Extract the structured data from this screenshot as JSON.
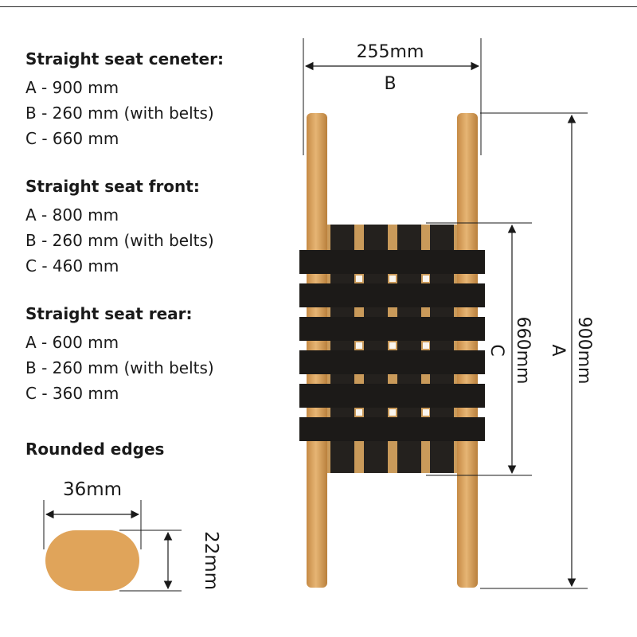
{
  "sections": [
    {
      "title": "Straight seat ceneter:",
      "lines": [
        "A - 900 mm",
        "B - 260 mm (with belts)",
        "C - 660 mm"
      ]
    },
    {
      "title": "Straight seat front:",
      "lines": [
        "A - 800 mm",
        "B - 260 mm (with belts)",
        "C - 460 mm"
      ]
    },
    {
      "title": "Straight seat rear:",
      "lines": [
        "A - 600 mm",
        "B - 260 mm (with belts)",
        "C - 360 mm"
      ]
    }
  ],
  "rounded_edges": {
    "title": "Rounded edges",
    "width_label": "36mm",
    "height_label": "22mm"
  },
  "dimensions": {
    "top_value": "255mm",
    "top_letter": "B",
    "seat_value": "660mm",
    "seat_letter": "C",
    "total_value": "900mm",
    "total_letter": "A"
  },
  "colors": {
    "wood": "#d9a35e",
    "wood_dark": "#b57d3a",
    "belt": "#1c1a18",
    "profile": "#e0a45a",
    "lines": "#1a1a1a"
  }
}
